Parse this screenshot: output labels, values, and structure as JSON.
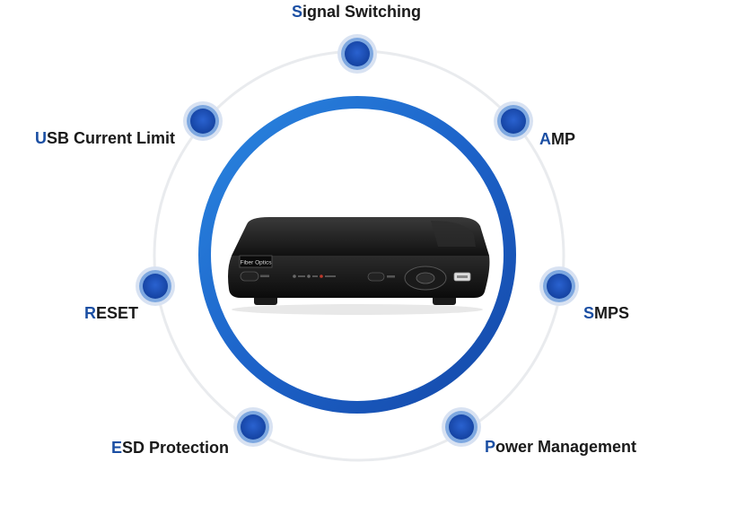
{
  "accent_color": "#1b5fc7",
  "center_image": {
    "label": "Fiber Optics",
    "icon": "set-top-box-device"
  },
  "features": [
    {
      "first": "S",
      "rest": "ignal Switching"
    },
    {
      "first": "A",
      "rest": "MP"
    },
    {
      "first": "S",
      "rest": "MPS"
    },
    {
      "first": "P",
      "rest": "ower Management"
    },
    {
      "first": "E",
      "rest": "SD Protection"
    },
    {
      "first": "R",
      "rest": "ESET"
    },
    {
      "first": "U",
      "rest": "SB Current Limit"
    }
  ]
}
